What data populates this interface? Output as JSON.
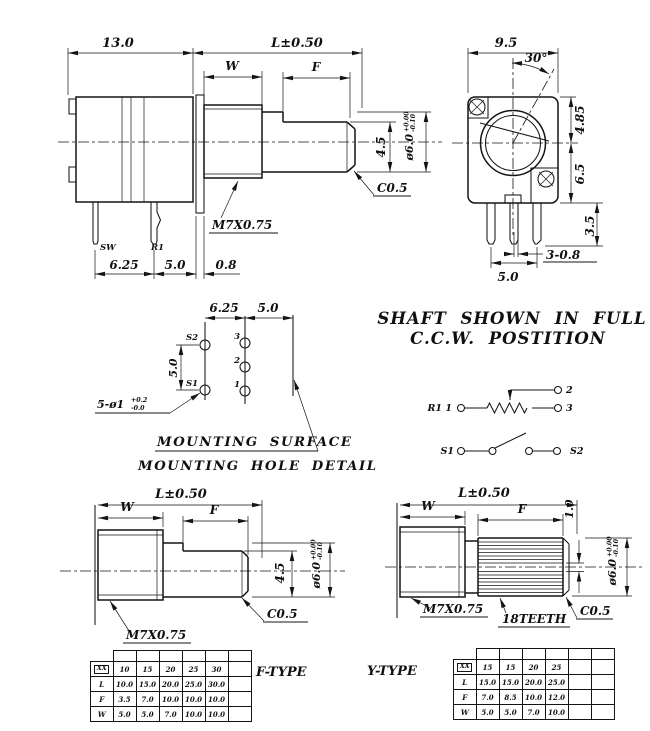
{
  "note": {
    "line1": "SHAFT SHOWN IN FULL",
    "line2": "C.C.W. POSTITION"
  },
  "side_view": {
    "dim_body": "13.0",
    "dim_length": "L±0.50",
    "dim_w": "W",
    "dim_f": "F",
    "dim_flat": "4.5",
    "dim_dia": "ø6.0",
    "tol_plus": "+0.00",
    "tol_minus": "-0.10",
    "chamfer": "C0.5",
    "thread": "M7X0.75",
    "pin_sw_label": "SW",
    "pin_r1_label": "R1",
    "dim_pin_pitch": "6.25",
    "dim_pin_edge": "5.0",
    "dim_plate": "0.8"
  },
  "front_view": {
    "dim_width": "9.5",
    "dim_angle": "30°",
    "dim_upper": "4.85",
    "dim_lower": "6.5",
    "dim_pin_len": "3.5",
    "dim_pins": "3-0.8",
    "dim_pin_span": "5.0"
  },
  "mounting_detail": {
    "dim_pitch1": "6.25",
    "dim_pitch2": "5.0",
    "dim_vertical": "5.0",
    "hole_callout": "5-ø1",
    "hole_tol_plus": "+0.2",
    "hole_tol_minus": "-0.0",
    "hole_s2": "S2",
    "hole_s1": "S1",
    "hole_3": "3",
    "hole_2": "2",
    "hole_1": "1",
    "surface_label": "MOUNTING SURFACE",
    "title": "MOUNTING HOLE DETAIL"
  },
  "schematic": {
    "r_label": "R1",
    "pin1": "1",
    "pin2": "2",
    "pin3": "3",
    "s1": "S1",
    "s2": "S2"
  },
  "f_type": {
    "title": "F-TYPE",
    "dim_length": "L±0.50",
    "dim_w": "W",
    "dim_f": "F",
    "dim_flat": "4.5",
    "dim_dia": "ø6.0",
    "tol_plus": "+0.00",
    "tol_minus": "-0.10",
    "chamfer": "C0.5",
    "thread": "M7X0.75",
    "table": {
      "corner": "XX",
      "columns": [
        "10",
        "15",
        "20",
        "25",
        "30",
        ""
      ],
      "rows": [
        {
          "label": "L",
          "values": [
            "10.0",
            "15.0",
            "20.0",
            "25.0",
            "30.0",
            ""
          ]
        },
        {
          "label": "F",
          "values": [
            "3.5",
            "7.0",
            "10.0",
            "10.0",
            "10.0",
            ""
          ]
        },
        {
          "label": "W",
          "values": [
            "5.0",
            "5.0",
            "7.0",
            "10.0",
            "10.0",
            ""
          ]
        }
      ]
    }
  },
  "y_type": {
    "title": "Y-TYPE",
    "dim_length": "L±0.50",
    "dim_w": "W",
    "dim_f": "F",
    "dim_slot": "1.0",
    "dim_dia": "ø6.0",
    "tol_plus": "+0.00",
    "tol_minus": "-0.10",
    "chamfer": "C0.5",
    "thread": "M7X0.75",
    "teeth": "18TEETH",
    "table": {
      "corner": "XX",
      "columns": [
        "15",
        "15",
        "20",
        "25",
        "",
        ""
      ],
      "rows": [
        {
          "label": "L",
          "values": [
            "15.0",
            "15.0",
            "20.0",
            "25.0",
            "",
            ""
          ]
        },
        {
          "label": "F",
          "values": [
            "7.0",
            "8.5",
            "10.0",
            "12.0",
            "",
            ""
          ]
        },
        {
          "label": "W",
          "values": [
            "5.0",
            "5.0",
            "7.0",
            "10.0",
            "",
            ""
          ]
        }
      ]
    }
  }
}
